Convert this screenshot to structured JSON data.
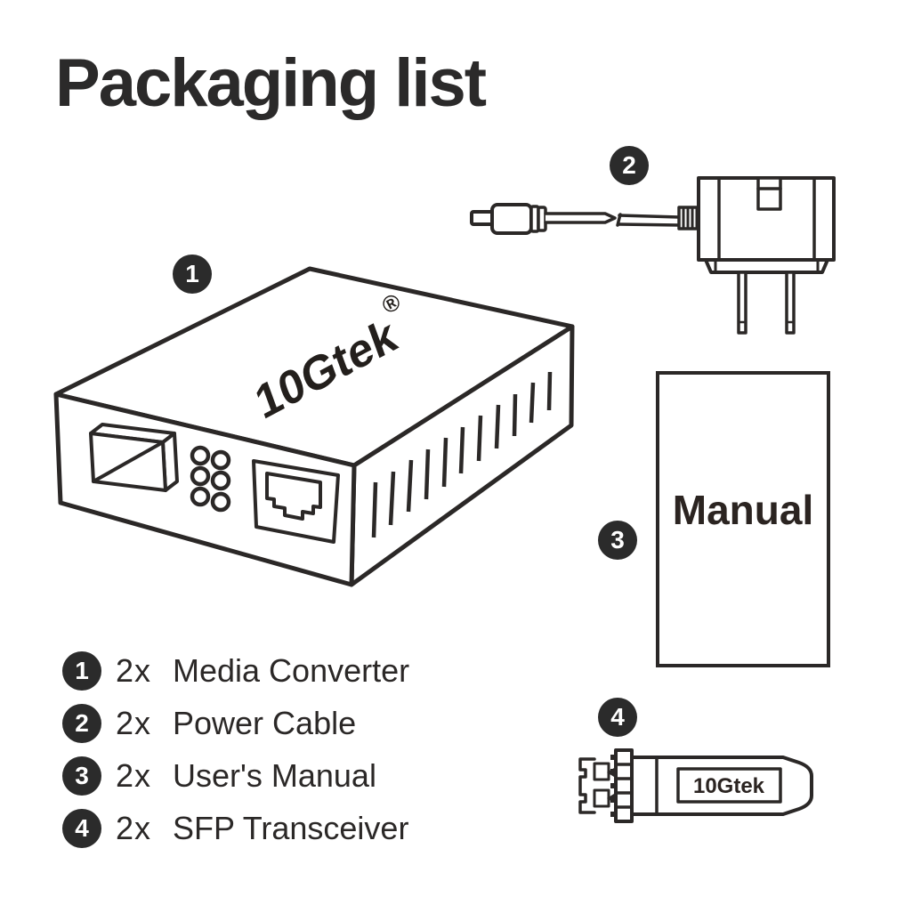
{
  "page": {
    "title": "Packaging list"
  },
  "colors": {
    "ink": "#2b2827",
    "badge_fill": "#2b2b2b",
    "background": "#ffffff"
  },
  "figures": {
    "media_converter": {
      "badge": "1",
      "logo": "10Gtek",
      "registered": "®"
    },
    "power_cable": {
      "badge": "2"
    },
    "manual": {
      "badge": "3",
      "label": "Manual"
    },
    "sfp_transceiver": {
      "badge": "4",
      "label": "10Gtek"
    }
  },
  "legend": {
    "items": [
      {
        "number": "1",
        "quantity": "2x",
        "label": "Media Converter"
      },
      {
        "number": "2",
        "quantity": "2x",
        "label": "Power Cable"
      },
      {
        "number": "3",
        "quantity": "2x",
        "label": "User's Manual"
      },
      {
        "number": "4",
        "quantity": "2x",
        "label": "SFP Transceiver"
      }
    ]
  }
}
